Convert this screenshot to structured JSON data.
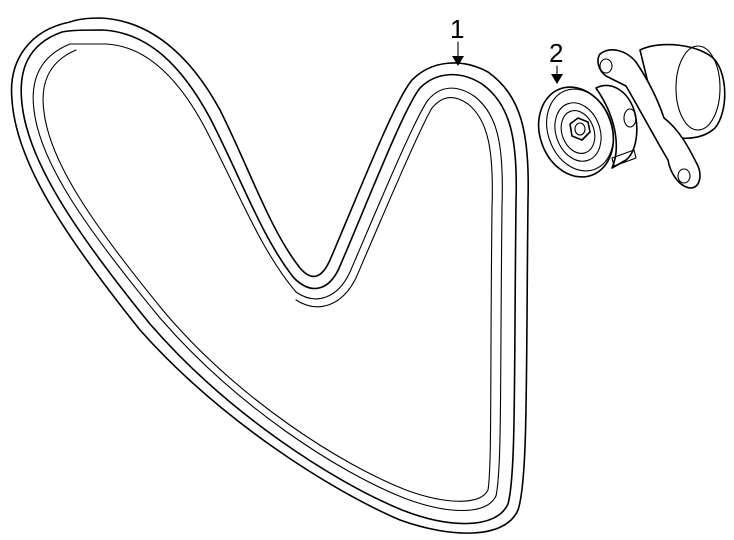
{
  "callouts": [
    {
      "id": "1",
      "label": "1"
    },
    {
      "id": "2",
      "label": "2"
    }
  ],
  "parts": [
    {
      "name": "serpentine-belt",
      "callout": "1"
    },
    {
      "name": "belt-tensioner",
      "callout": "2"
    }
  ],
  "colors": {
    "line": "#000000",
    "background": "#ffffff"
  }
}
